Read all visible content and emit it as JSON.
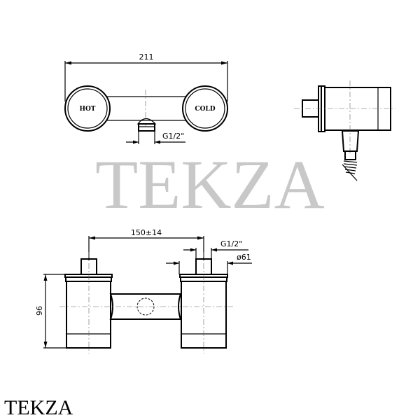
{
  "watermark": "TEKZA",
  "brand_logo": "TEKZA",
  "top_view": {
    "width_dim": "211",
    "hot_label": "HOT",
    "cold_label": "COLD",
    "outlet_thread": "G1/2\""
  },
  "front_view": {
    "center_distance": "150±14",
    "inlet_thread": "G1/2\"",
    "diameter": "ø61",
    "height_dim": "96"
  }
}
